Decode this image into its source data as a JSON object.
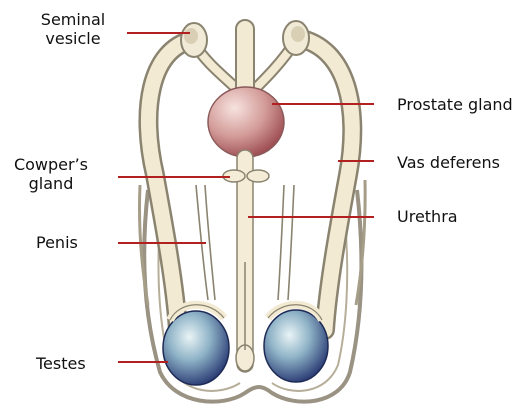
{
  "labels": {
    "seminal_vesicle": [
      "Seminal",
      "vesicle"
    ],
    "prostate_gland": "Prostate gland",
    "cowpers_gland": [
      "Cowper’s",
      "gland"
    ],
    "vas_deferens": "Vas deferens",
    "urethra": "Urethra",
    "penis": "Penis",
    "testes": "Testes"
  },
  "colors": {
    "tube_fill": "#f3ead3",
    "tube_outline": "#8a836f",
    "prostate_fill": "#c9878a",
    "testes_fill": "#5f89a8",
    "leader_line": "#b32020",
    "scrotum_outline": "#9a9282"
  }
}
